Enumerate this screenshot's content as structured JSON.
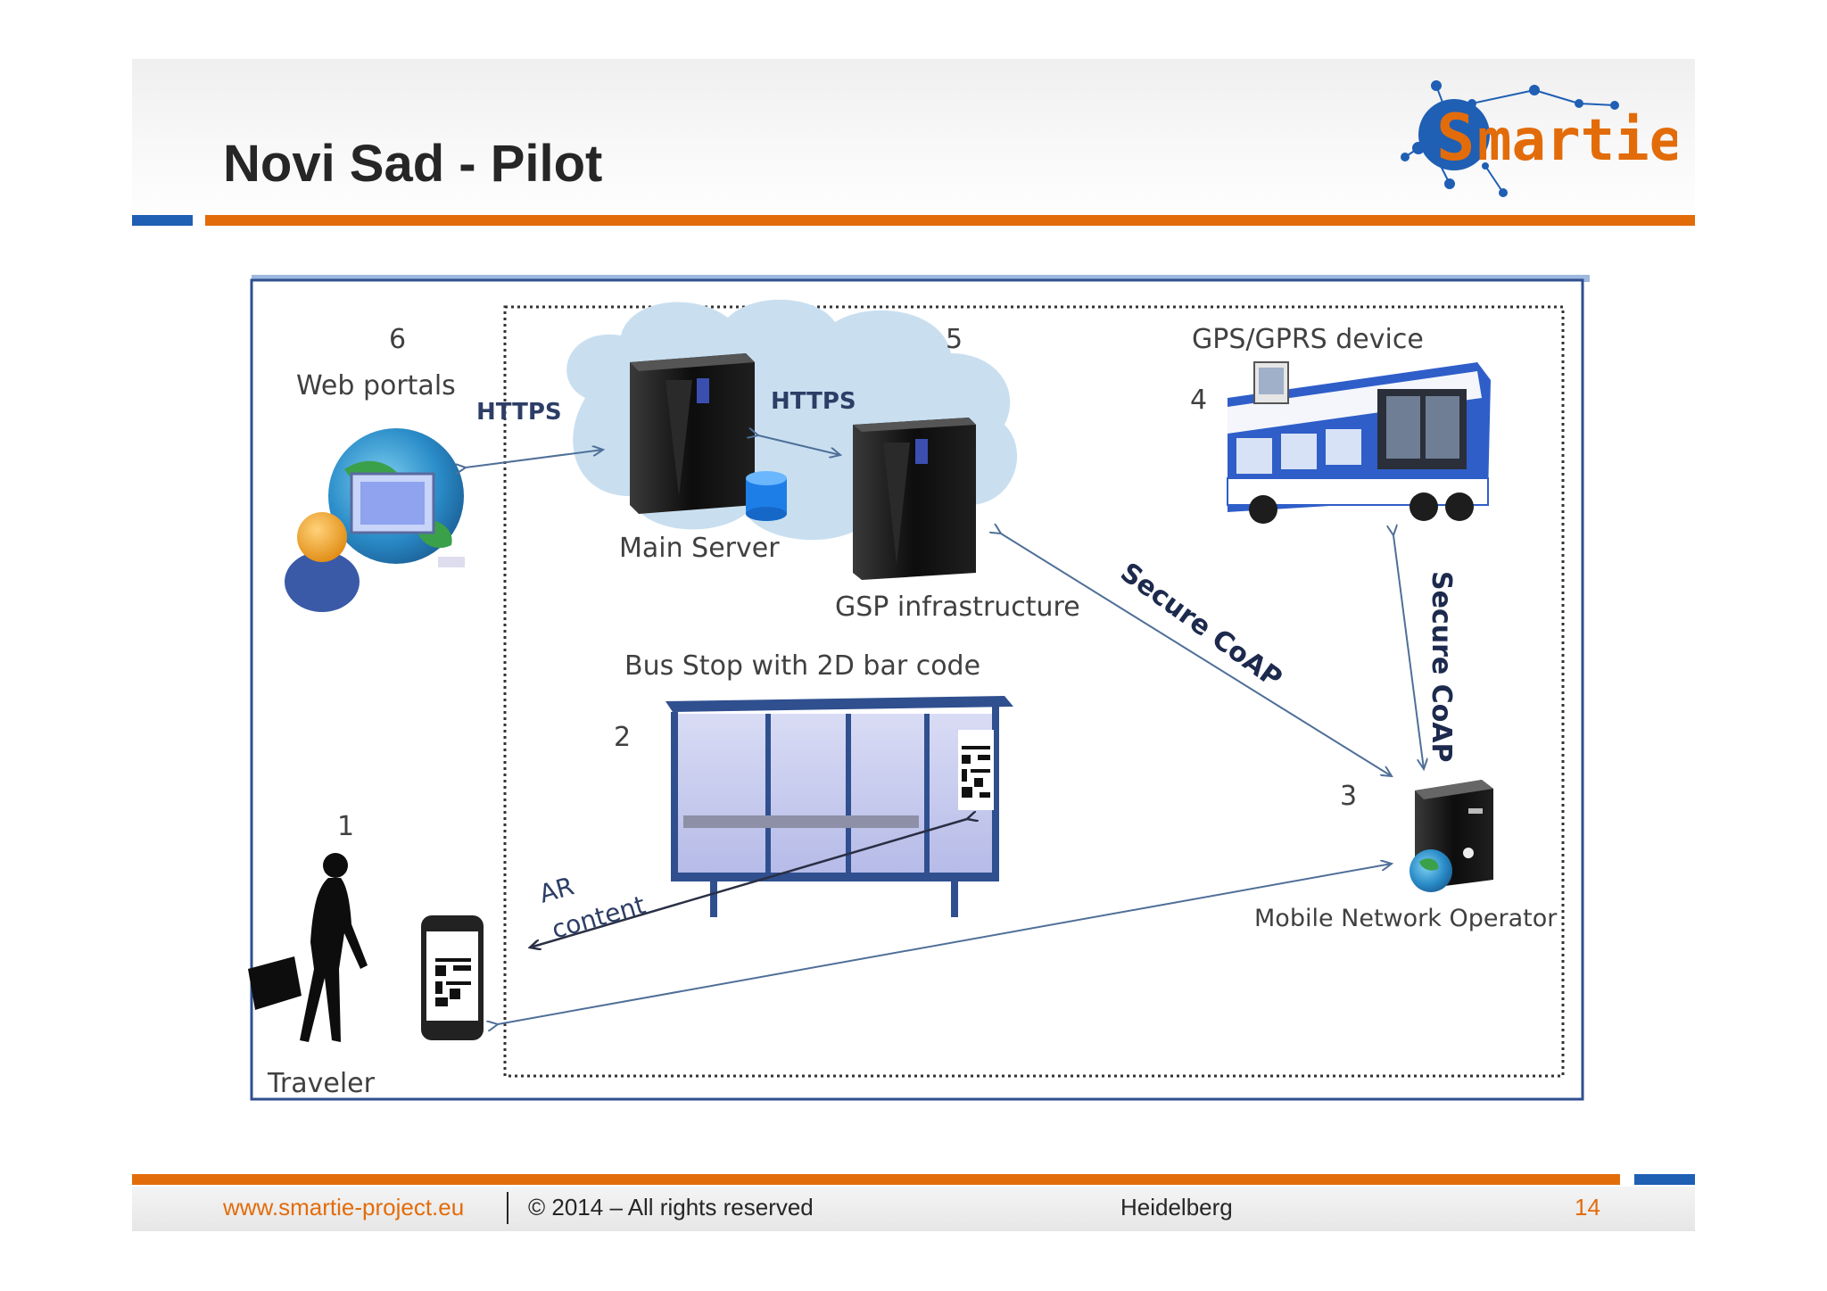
{
  "slide": {
    "title": "Novi Sad - Pilot"
  },
  "logo": {
    "text_s": "S",
    "text_rest": "martie"
  },
  "diagram": {
    "nodes": {
      "traveler": {
        "number": "1",
        "label": "Traveler"
      },
      "bus_stop": {
        "number": "2",
        "label": "Bus Stop with 2D bar code"
      },
      "mobile_operator": {
        "number": "3",
        "label": "Mobile Network Operator"
      },
      "gps_device": {
        "number": "4",
        "label": "GPS/GPRS device"
      },
      "cloud": {
        "number": "5"
      },
      "main_server": {
        "label": "Main Server"
      },
      "gsp": {
        "label": "GSP infrastructure"
      },
      "web_portals": {
        "number": "6",
        "label": "Web portals"
      }
    },
    "edges": {
      "https_portal": "HTTPS",
      "https_servers": "HTTPS",
      "secure_coap_diag": "Secure CoAP",
      "secure_coap_vert": "Secure CoAP",
      "ar_line1": "AR",
      "ar_line2": "content"
    }
  },
  "footer": {
    "url": "www.smartie-project.eu",
    "copyright": "© 2014 – All rights reserved",
    "location": "Heidelberg",
    "page": "14"
  },
  "colors": {
    "accent_orange": "#e36c0a",
    "accent_blue": "#1f5fb4",
    "arrow": "#5a7aa0",
    "frame": "#2f4f8f"
  }
}
